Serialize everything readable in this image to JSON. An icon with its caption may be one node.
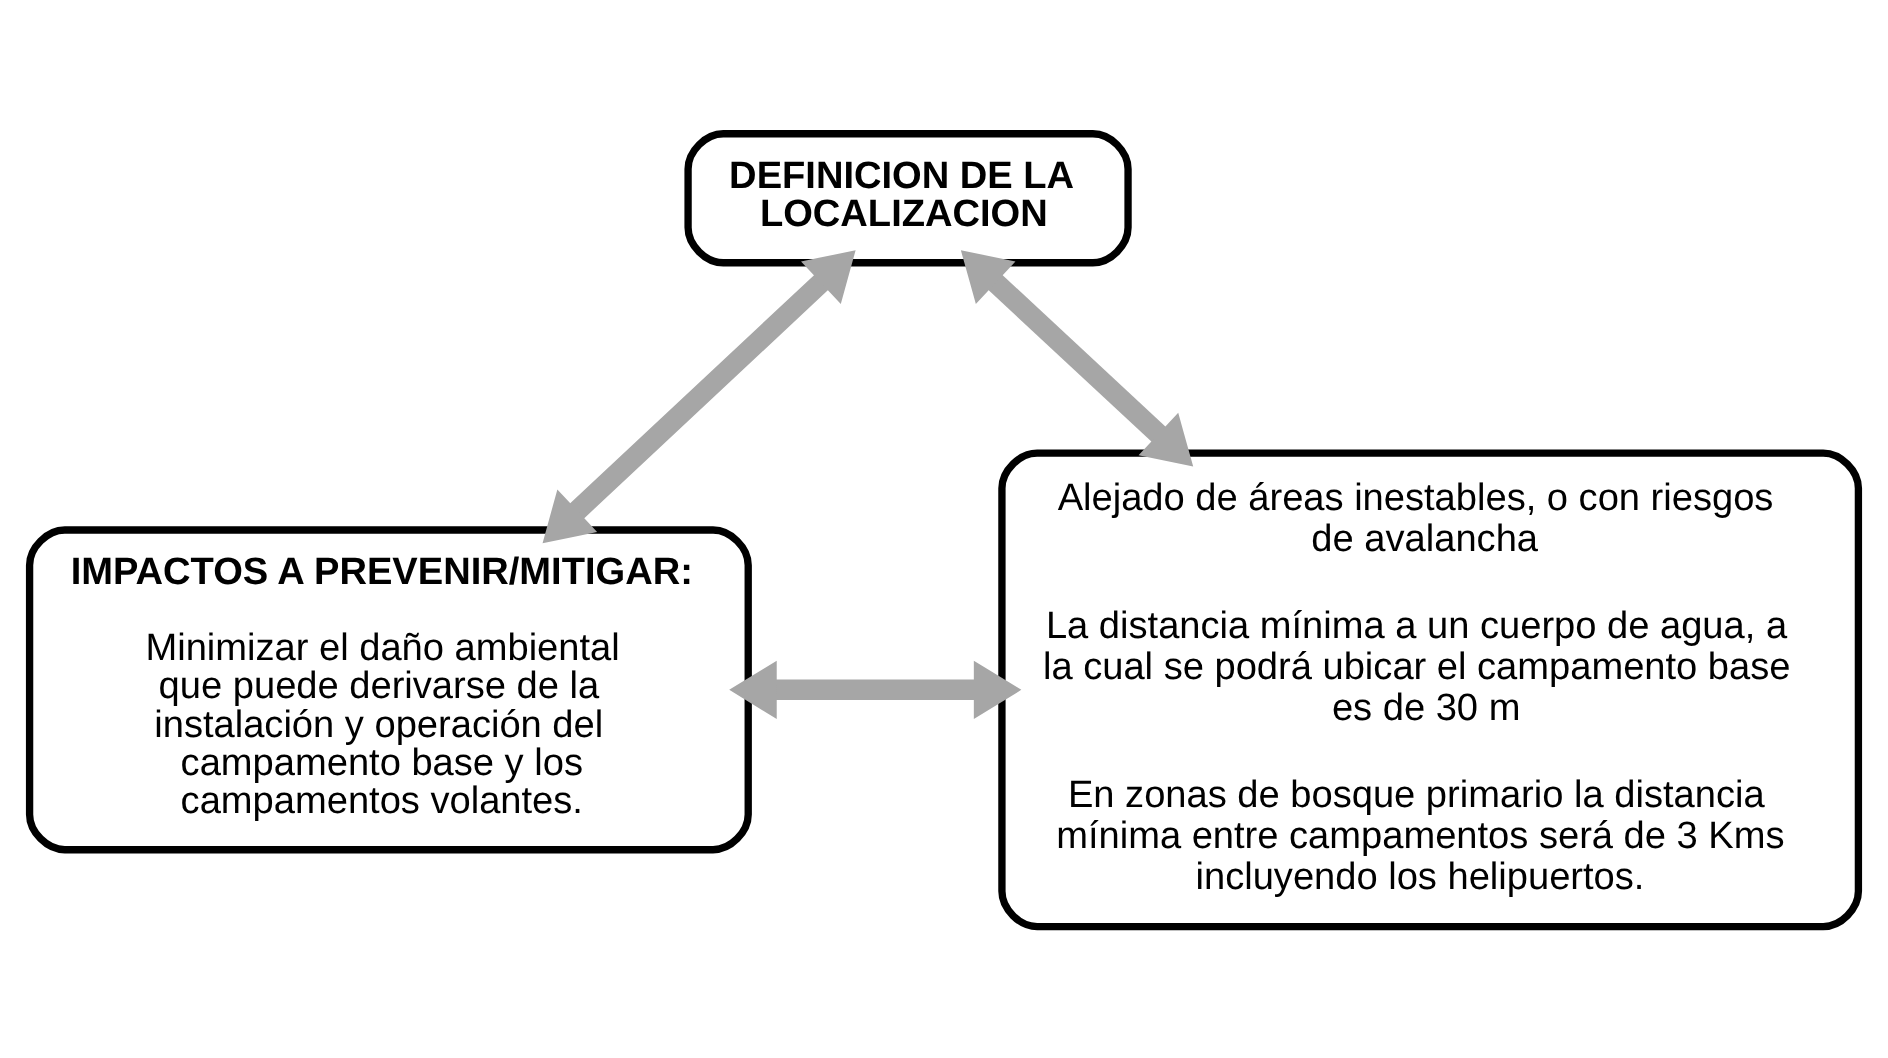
{
  "diagram": {
    "nodes": [
      {
        "text": [
          "DEFINICION DE LA LOCALIZACION"
        ]
      },
      {
        "text": [
          "IMPACTOS A PREVENIR/MITIGAR:",
          "Minimizar el daño ambiental que puede derivarse de la instalación y operación del campamento base y los campamentos volantes."
        ]
      },
      {
        "text": [
          "Alejado de áreas inestables, o con riesgos de avalancha",
          "La distancia mínima a un cuerpo de agua, a la cual se podrá ubicar el campamento base es de 30 m",
          "En zonas de bosque primario la distancia mínima entre campamentos será de 3 Kms incluyendo los helipuertos."
        ]
      }
    ],
    "edges": [
      {
        "from": 0,
        "to": 1,
        "arrow": "both"
      },
      {
        "from": 0,
        "to": 2,
        "arrow": "both"
      },
      {
        "from": 1,
        "to": 2,
        "arrow": "both"
      }
    ]
  }
}
